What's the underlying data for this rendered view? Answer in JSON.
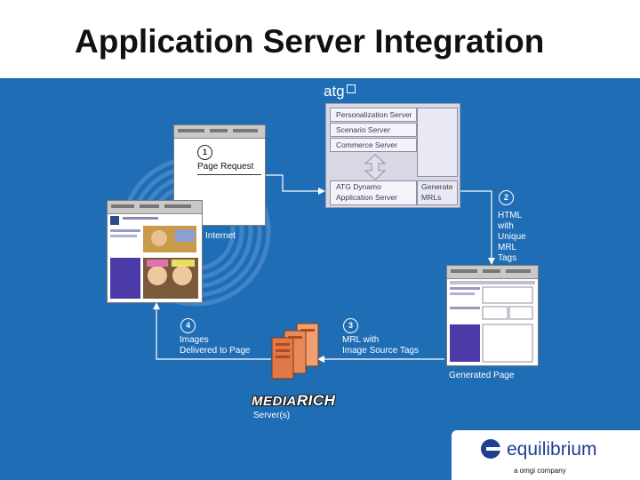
{
  "title": "Application Server Integration",
  "atg_logo": "atg",
  "servers": {
    "personalization": "Personalization Server",
    "scenario": "Scenario Server",
    "commerce": "Commerce Server",
    "dynamo_line1": "ATG Dynamo",
    "dynamo_line2": "Application Server",
    "generate_line1": "Generate",
    "generate_line2": "MRLs"
  },
  "steps": {
    "s1": {
      "num": "1",
      "label": "Page Request"
    },
    "s2": {
      "num": "2",
      "lines": [
        "HTML",
        "with",
        "Unique",
        "MRL",
        "Tags"
      ]
    },
    "s3": {
      "num": "3",
      "lines": [
        "MRL with",
        "Image Source Tags"
      ]
    },
    "s4": {
      "num": "4",
      "lines": [
        "Images",
        "Delivered to Page"
      ]
    }
  },
  "internet_label": "Internet",
  "generated_page_label": "Generated Page",
  "mediarich": {
    "part1": "MEDIA",
    "part2": "RICH",
    "servers_label": "Server(s)"
  },
  "footer": {
    "brand": "equilibrium",
    "tagline": "a omgi company"
  },
  "colors": {
    "background": "#1f6db5",
    "accent": "#1f3f8f"
  }
}
